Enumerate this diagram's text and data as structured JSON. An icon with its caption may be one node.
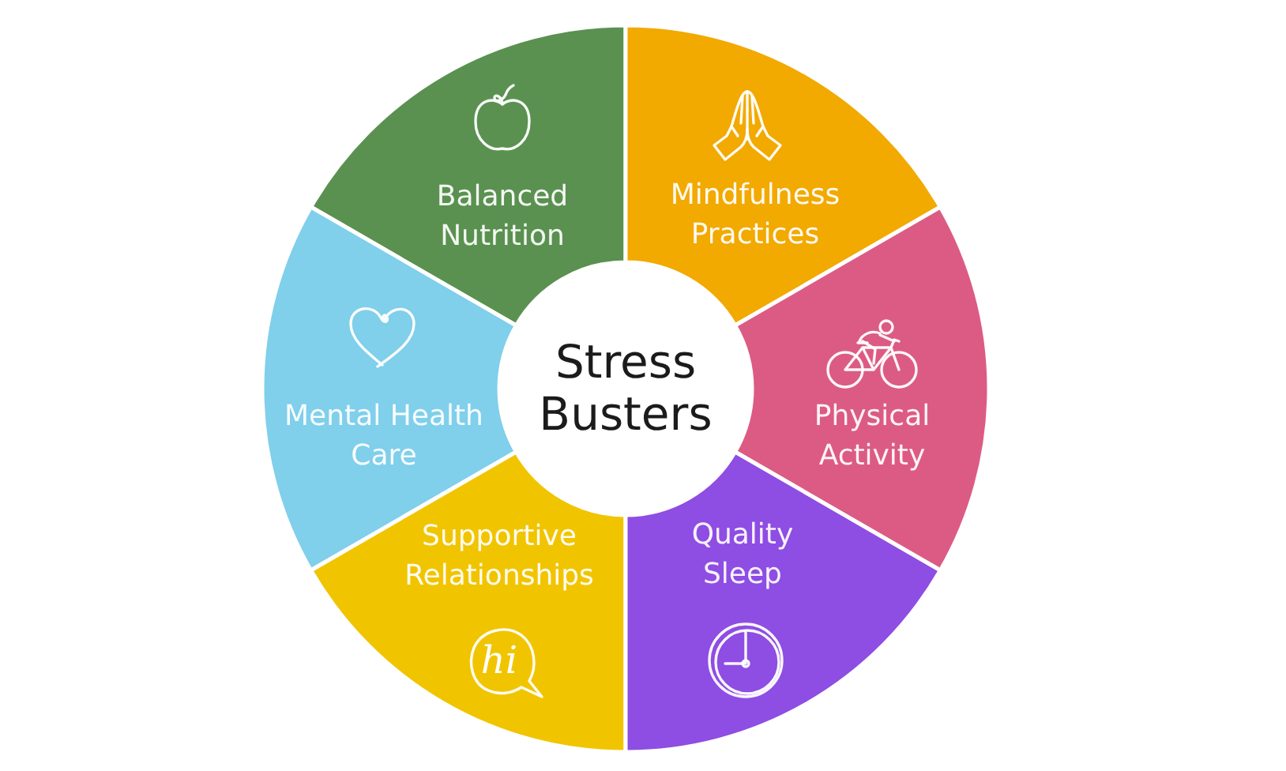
{
  "diagram": {
    "nodes": [
      {
        "text": [
          "Balanced Nutrition"
        ]
      },
      {
        "text": [
          "Mindfulness Practices"
        ]
      },
      {
        "text": [
          "Stress Busters"
        ]
      },
      {
        "text": [
          "Mental Health Care"
        ]
      },
      {
        "text": [
          "Physical Activity"
        ]
      },
      {
        "text": [
          "Supportive Relationships",
          "hi"
        ]
      },
      {
        "text": [
          "Quality Sleep"
        ]
      }
    ]
  }
}
